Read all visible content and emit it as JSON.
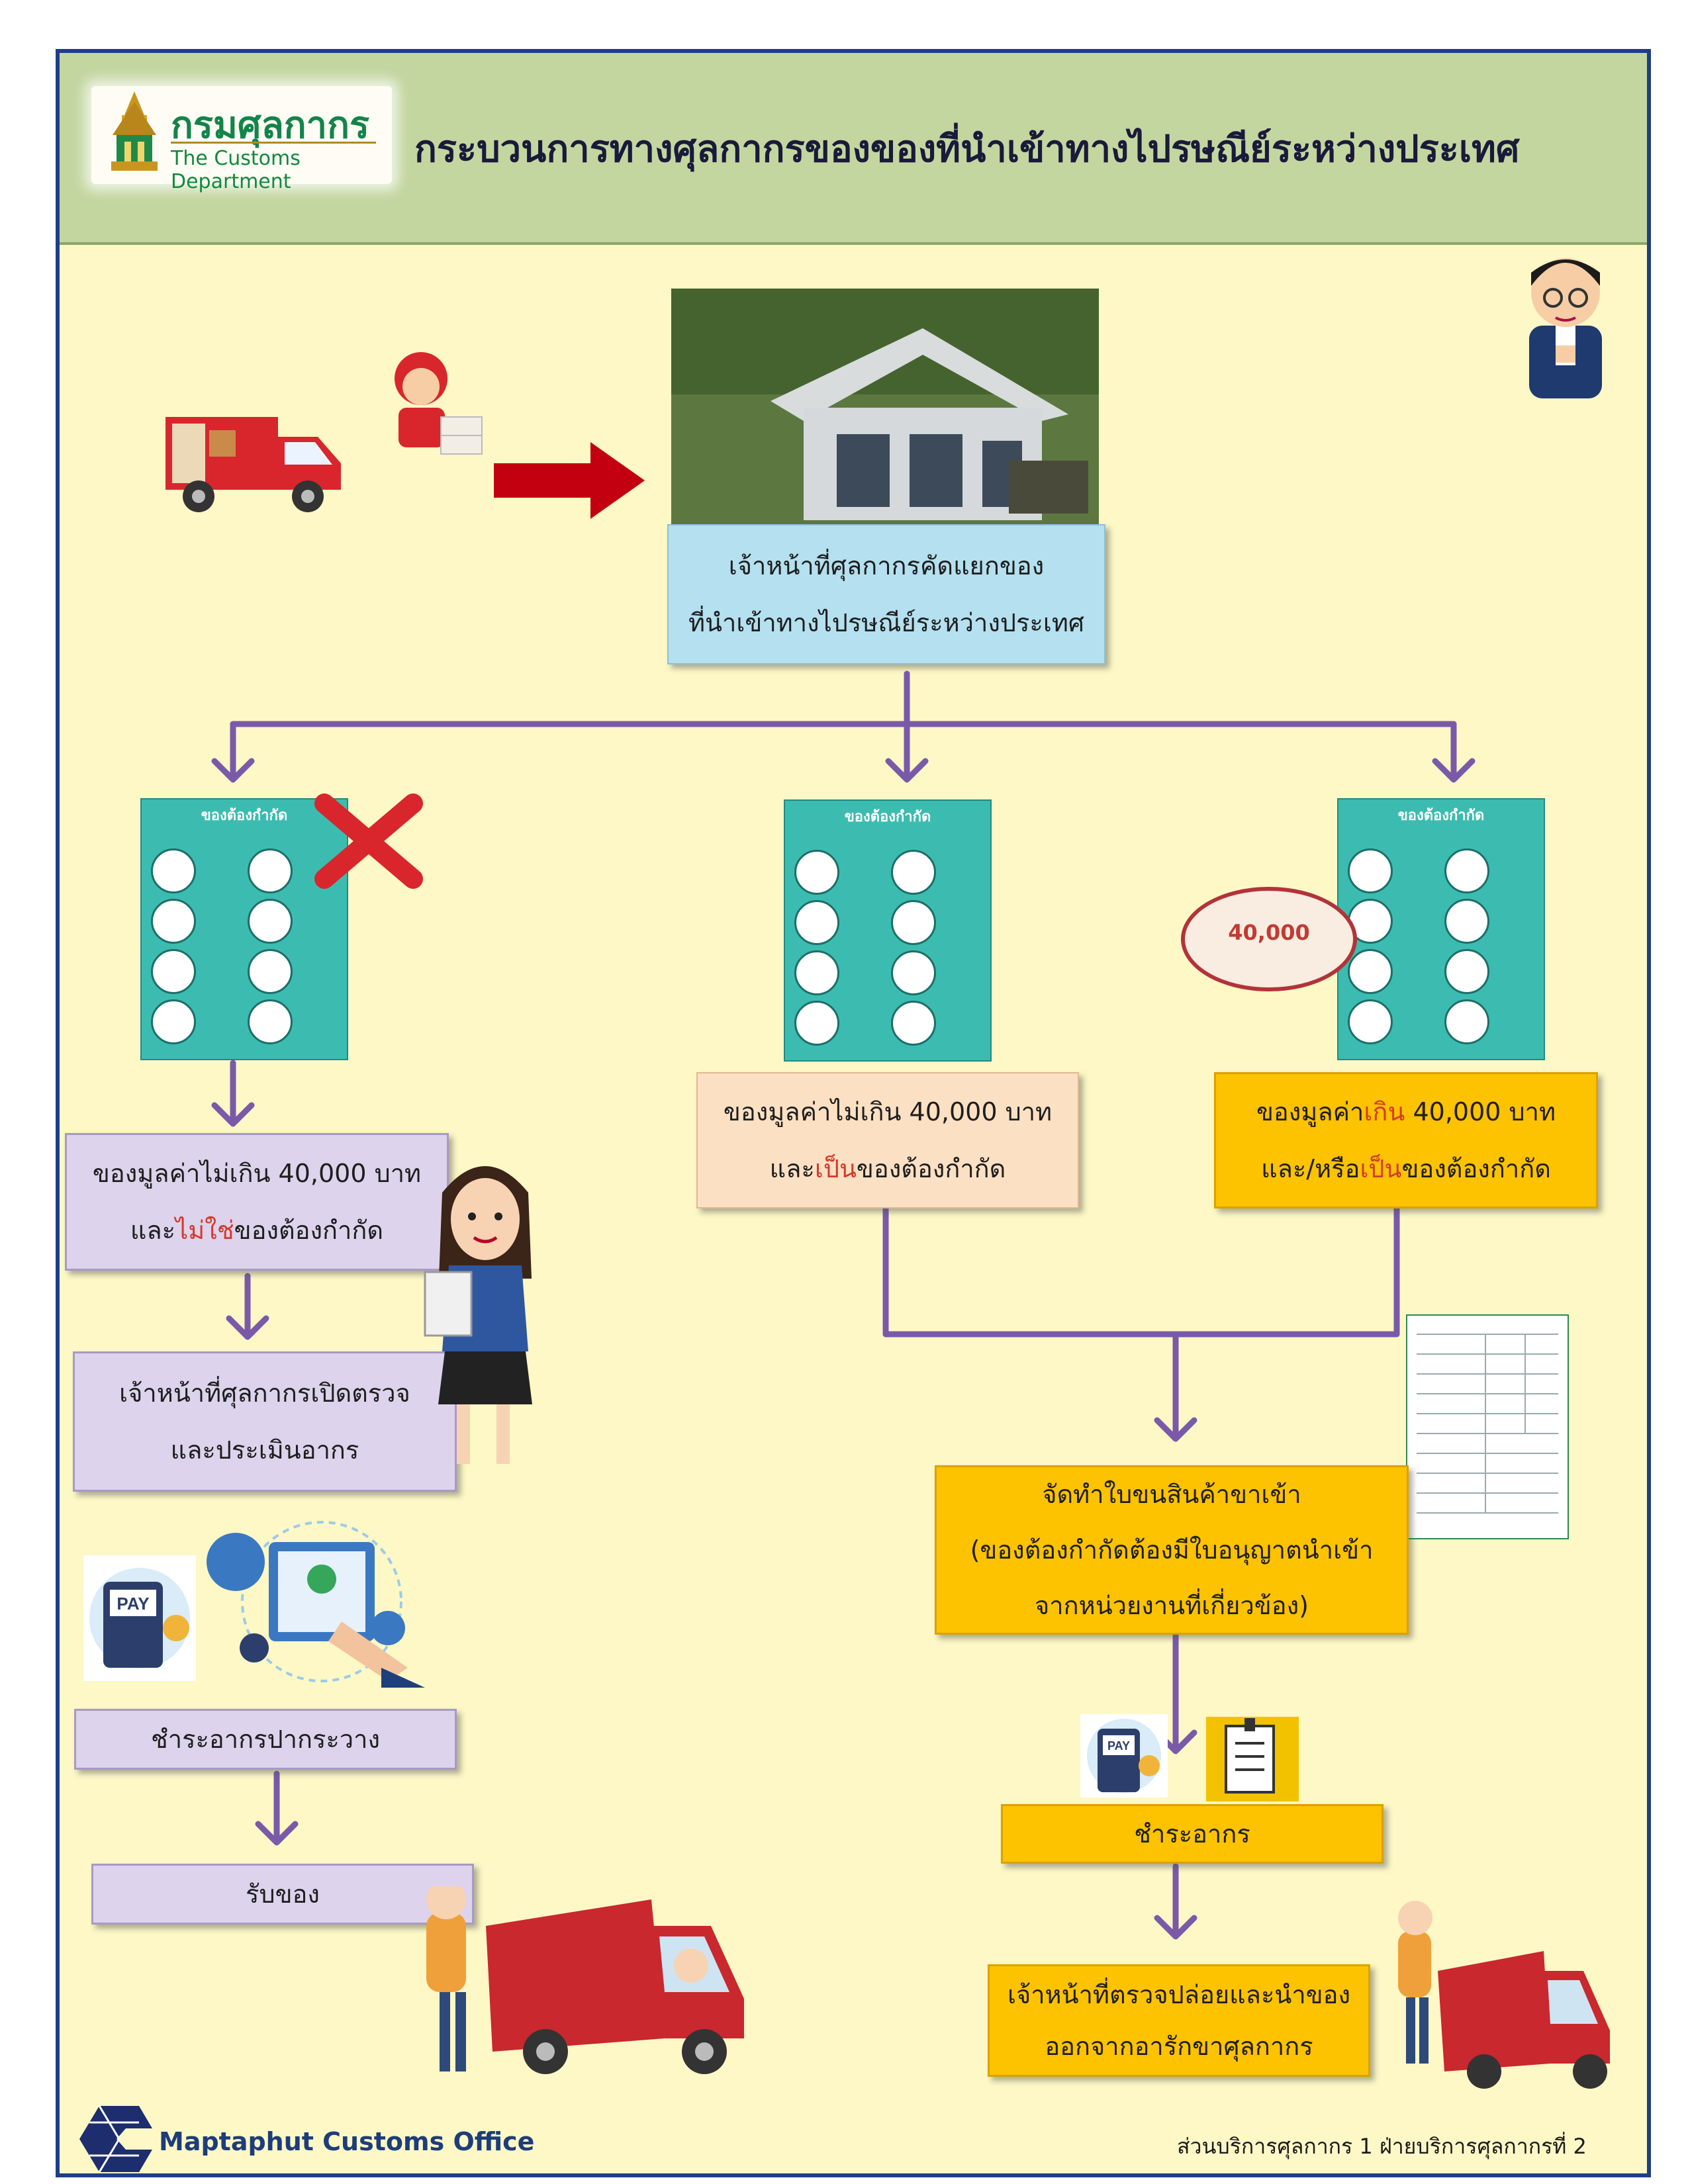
{
  "header": {
    "logo_th": "กรมศุลกากร",
    "logo_en": "The Customs Department",
    "title": "กระบวนการทางศุลกากรของของที่นำเข้าทางไปรษณีย์ระหว่างประเทศ"
  },
  "top_box": {
    "line1": "เจ้าหน้าที่ศุลกากรคัดแยกของ",
    "line2": "ที่นำเข้าทางไปรษณีย์ระหว่างประเทศ"
  },
  "poster": {
    "title": "ของต้องกำกัด"
  },
  "value_badge": "40,000",
  "left_branch": {
    "condition_line1": "ของมูลค่าไม่เกิน 40,000 บาท",
    "condition_line2_pre": "และ",
    "condition_line2_red": "ไม่ใช่",
    "condition_line2_post": "ของต้องกำกัด",
    "inspect_line1": "เจ้าหน้าที่ศุลกากรเปิดตรวจ",
    "inspect_line2": "และประเมินอากร",
    "pay": "ชำระอากรปากระวาง",
    "receive": "รับของ",
    "pay_icon_text": "PAY"
  },
  "middle_branch": {
    "condition_line1": "ของมูลค่าไม่เกิน 40,000 บาท",
    "condition_line2_pre": "และ",
    "condition_line2_red": "เป็น",
    "condition_line2_post": "ของต้องกำกัด"
  },
  "right_branch": {
    "condition_line1_pre": "ของมูลค่า",
    "condition_line1_red": "เกิน",
    "condition_line1_post": " 40,000 บาท",
    "condition_line2_pre": "และ/หรือ",
    "condition_line2_red": "เป็น",
    "condition_line2_post": "ของต้องกำกัด",
    "declaration_line1": "จัดทำใบขนสินค้าขาเข้า",
    "declaration_line2": "(ของต้องกำกัดต้องมีใบอนุญาตนำเข้า",
    "declaration_line3": "จากหน่วยงานที่เกี่ยวข้อง)",
    "pay": "ชำระอากร",
    "release_line1": "เจ้าหน้าที่ตรวจปล่อยและนำของ",
    "release_line2": "ออกจากอารักขาศุลกากร",
    "pay_icon_text": "PAY"
  },
  "footer": {
    "left": "Maptaphut Customs Office",
    "right": "ส่วนบริการศุลกากร 1 ฝ่ายบริการศุลกากรที่ 2"
  },
  "colors": {
    "arrow": "#7a5aa8",
    "red_arrow": "#c3000f",
    "frame": "#1d3f87",
    "header": "#c3d6a0",
    "background": "#fdf8c6",
    "emphasis": "#d43a2a"
  }
}
